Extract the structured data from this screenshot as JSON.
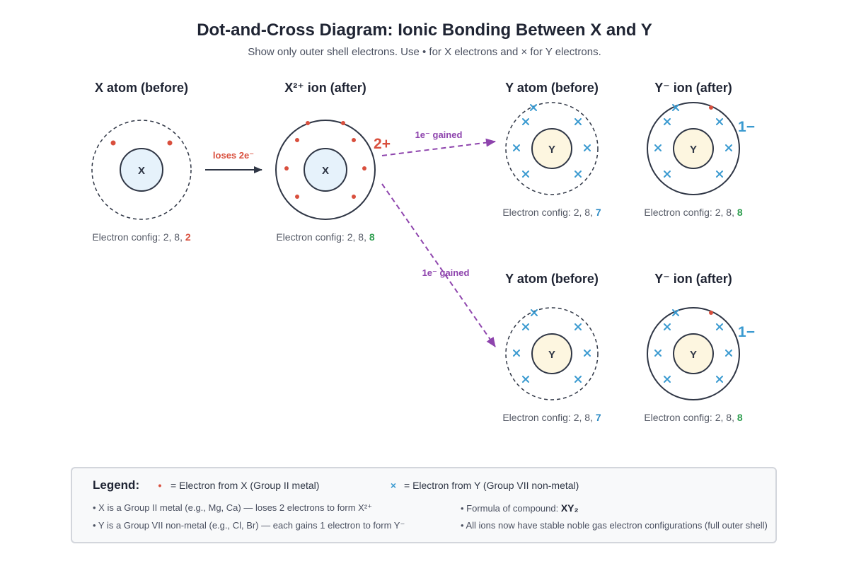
{
  "title": "Dot-and-Cross Diagram: Ionic Bonding Between X and Y",
  "subtitle": "Show only outer shell electrons. Use • for X electrons and × for Y electrons.",
  "colors": {
    "x_electron": "#d94f3d",
    "y_electron": "#3a9ad0",
    "config_red": "#d94f3d",
    "config_blue": "#2b8ac4",
    "config_green": "#2e9e4f",
    "arrow_purple": "#8e44ad",
    "arrow_dark": "#2f3645",
    "nucleus_x": "#e6f2fb",
    "nucleus_y": "#fdf6e0"
  },
  "atoms": [
    {
      "id": "x-atom",
      "label": "X atom (before)",
      "nucleus": "X",
      "config_prefix": "Electron config: 2, 8, ",
      "config_last": "2",
      "config_color": "red",
      "charge": ""
    },
    {
      "id": "x-ion",
      "label": "X²⁺ ion (after)",
      "nucleus": "X",
      "config_prefix": "Electron config: 2, 8, ",
      "config_last": "8",
      "config_color": "green",
      "charge": "2+"
    },
    {
      "id": "y-atom-1",
      "label": "Y atom (before)",
      "nucleus": "Y",
      "config_prefix": "Electron config: 2, 8, ",
      "config_last": "7",
      "config_color": "blue",
      "charge": ""
    },
    {
      "id": "y-ion-1",
      "label": "Y⁻ ion (after)",
      "nucleus": "Y",
      "config_prefix": "Electron config: 2, 8, ",
      "config_last": "8",
      "config_color": "green",
      "charge": "1−"
    },
    {
      "id": "y-atom-2",
      "label": "Y atom (before)",
      "nucleus": "Y",
      "config_prefix": "Electron config: 2, 8, ",
      "config_last": "7",
      "config_color": "blue",
      "charge": ""
    },
    {
      "id": "y-ion-2",
      "label": "Y⁻ ion (after)",
      "nucleus": "Y",
      "config_prefix": "Electron config: 2, 8, ",
      "config_last": "8",
      "config_color": "green",
      "charge": "1−"
    }
  ],
  "arrows": {
    "loses": "loses 2e⁻",
    "gained_1": "1e⁻ gained",
    "gained_2": "1e⁻ gained"
  },
  "legend": {
    "title": "Legend:",
    "x_symbol": "•",
    "x_text": "= Electron from X (Group II metal)",
    "y_symbol": "×",
    "y_text": "= Electron from Y (Group VII non-metal)",
    "notes": {
      "x_group": "• X is a Group II metal (e.g., Mg, Ca) — loses 2 electrons to form X²⁺",
      "y_group": "• Y is a Group VII non-metal (e.g., Cl, Br) — each gains 1 electron to form Y⁻",
      "formula_label": "• Formula of compound: ",
      "formula_value": "XY₂",
      "stable": "• All ions now have stable noble gas electron configurations (full outer shell)"
    }
  }
}
